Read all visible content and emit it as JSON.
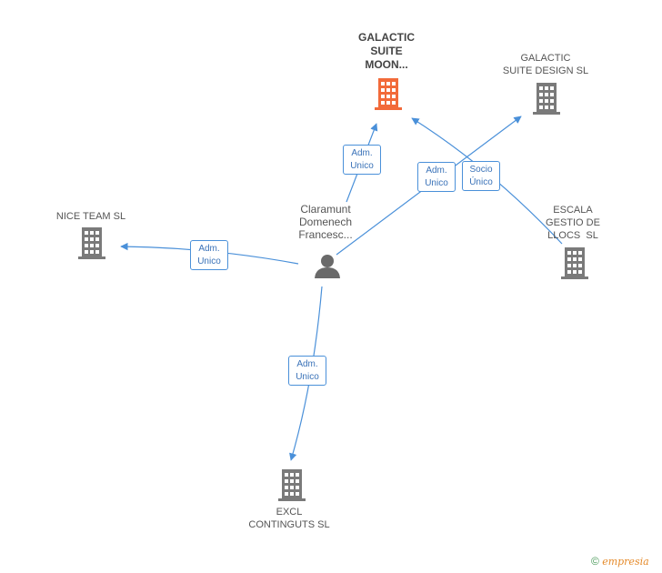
{
  "colors": {
    "edge": "#4a90d9",
    "company_icon": "#7a7a7a",
    "focus_icon": "#f26a3a",
    "person_icon": "#6a6a6a"
  },
  "person": {
    "label_lines": [
      "Claramunt",
      "Domenech",
      "Francesc..."
    ],
    "icon": "person-icon"
  },
  "companies": [
    {
      "id": "galactic-suite-moon",
      "label_lines": [
        "GALACTIC",
        "SUITE",
        "MOON..."
      ],
      "focus": true,
      "icon": "building-icon"
    },
    {
      "id": "galactic-suite-design",
      "label_lines": [
        "GALACTIC",
        "SUITE DESIGN SL"
      ],
      "focus": false,
      "icon": "building-icon"
    },
    {
      "id": "nice-team",
      "label_lines": [
        "NICE TEAM SL"
      ],
      "focus": false,
      "icon": "building-icon"
    },
    {
      "id": "escala-gestio",
      "label_lines": [
        "ESCALA",
        "GESTIO DE",
        "LLOCS  SL"
      ],
      "focus": false,
      "icon": "building-icon"
    },
    {
      "id": "excl-continguts",
      "label_lines": [
        "EXCL",
        "CONTINGUTS SL"
      ],
      "focus": false,
      "icon": "building-icon"
    }
  ],
  "edges": [
    {
      "id": "person-to-moon",
      "badge_lines": [
        "Adm.",
        "Unico"
      ]
    },
    {
      "id": "person-to-nice",
      "badge_lines": [
        "Adm.",
        "Unico"
      ]
    },
    {
      "id": "person-to-design",
      "badge_lines": [
        "Adm.",
        "Unico"
      ]
    },
    {
      "id": "escala-to-moon",
      "badge_lines": [
        "Socio",
        "Único"
      ]
    },
    {
      "id": "person-to-excl",
      "badge_lines": [
        "Adm.",
        "Unico"
      ]
    }
  ],
  "footer": {
    "copyright": "©",
    "brand": "empresia"
  }
}
